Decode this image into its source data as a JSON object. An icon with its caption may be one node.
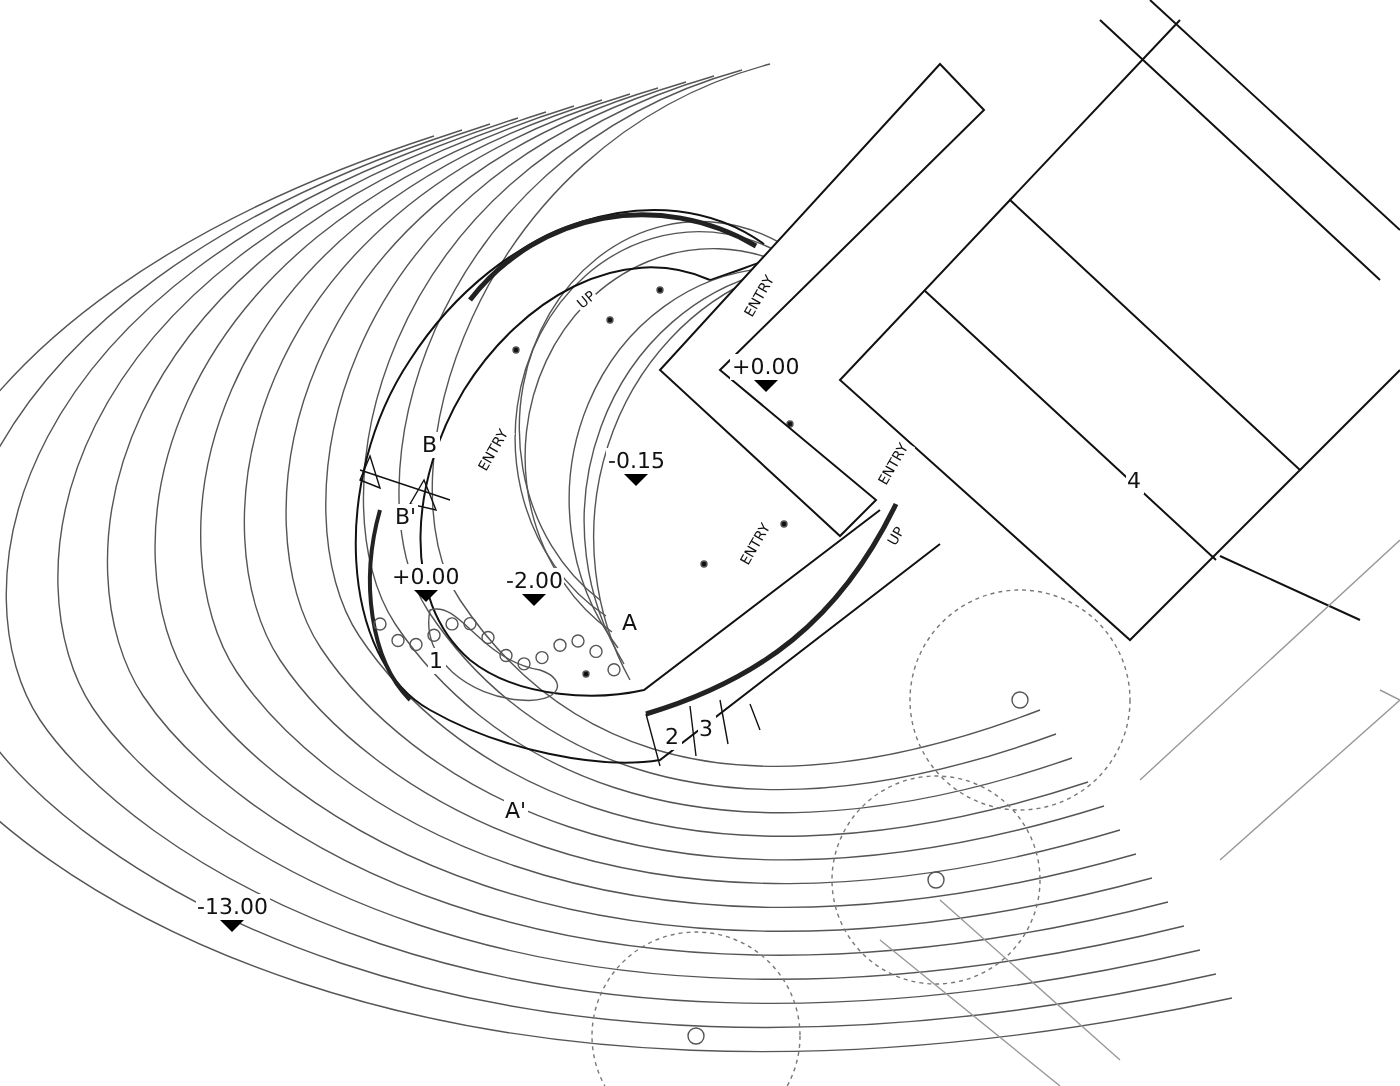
{
  "diagram": {
    "labels": [
      "UP",
      "ENTRY",
      "+0.00",
      "B",
      "ENTRY",
      "-0.15",
      "B'",
      "ENTRY",
      "ENTRY",
      "UP",
      "4",
      "+0.00",
      "-2.00",
      "A",
      "1",
      "2",
      "3",
      "A'",
      "-13.00"
    ]
  }
}
